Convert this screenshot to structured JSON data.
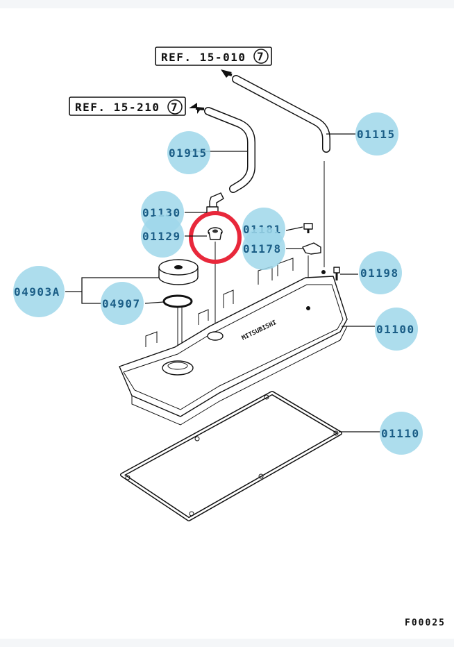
{
  "refs": [
    {
      "id": "ref-15-010",
      "text": "REF. 15-010",
      "circled": "7"
    },
    {
      "id": "ref-15-210",
      "text": "REF. 15-210",
      "circled": "7"
    }
  ],
  "parts": [
    {
      "id": "01115",
      "label": "01115"
    },
    {
      "id": "01915",
      "label": "01915"
    },
    {
      "id": "01130",
      "label": "01130"
    },
    {
      "id": "01129",
      "label": "01129"
    },
    {
      "id": "01181",
      "label": "01181"
    },
    {
      "id": "01178",
      "label": "01178"
    },
    {
      "id": "01198",
      "label": "01198"
    },
    {
      "id": "04903A",
      "label": "04903A"
    },
    {
      "id": "04907",
      "label": "04907"
    },
    {
      "id": "01100",
      "label": "01100"
    },
    {
      "id": "01110",
      "label": "01110"
    }
  ],
  "cover_marking": "MITSUBISHI",
  "figure_code": "F00025",
  "colors": {
    "hotspot": "#9fd7ea",
    "label": "#1a5d86",
    "highlight": "#e8283b",
    "line": "#111111"
  },
  "highlighted_part": "01129"
}
